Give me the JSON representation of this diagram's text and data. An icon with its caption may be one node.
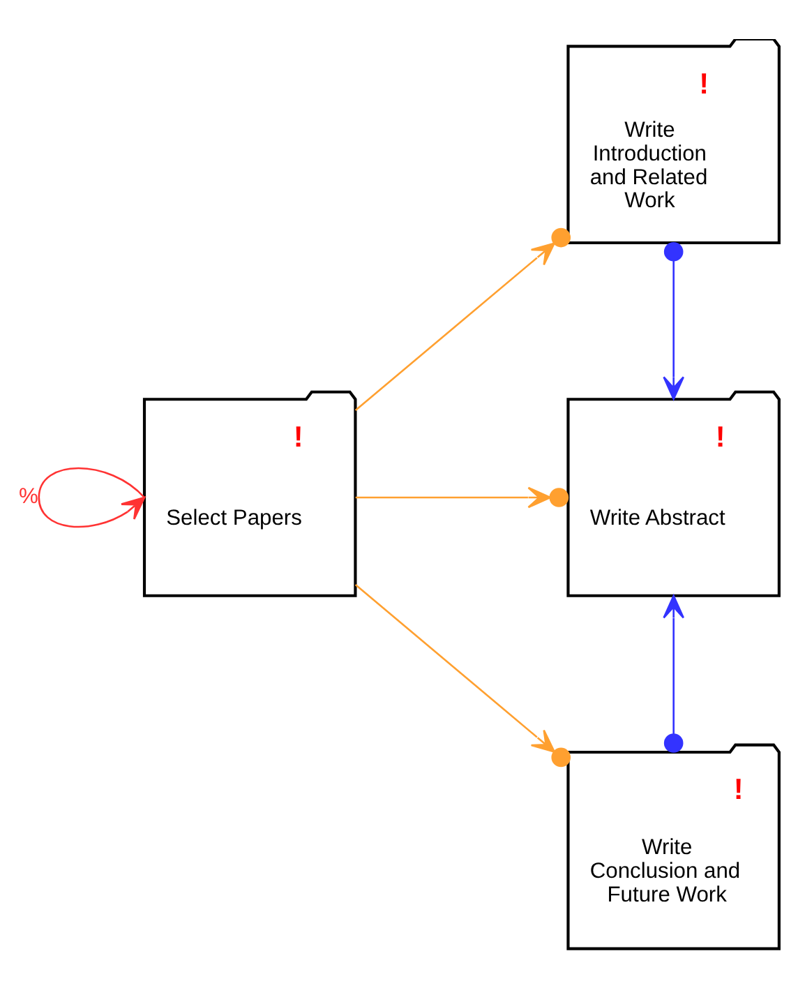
{
  "diagram": {
    "nodes": [
      {
        "text": [
          "!",
          "Select Papers"
        ]
      },
      {
        "text": [
          "!",
          "Write Introduction and Related Work"
        ]
      },
      {
        "text": [
          "!",
          "Write Abstract"
        ]
      },
      {
        "text": [
          "!",
          "Write Conclusion and Future Work"
        ]
      }
    ],
    "edges": [
      {
        "from": 0,
        "to": 0,
        "arrow": "to",
        "label": "%",
        "color": "#ff3333"
      },
      {
        "from": 0,
        "to": 1,
        "arrow": "to"
      },
      {
        "from": 0,
        "to": 2,
        "arrow": "to"
      },
      {
        "from": 0,
        "to": 3,
        "arrow": "to"
      },
      {
        "from": 1,
        "to": 2,
        "arrow": "to",
        "color": "#3333ff"
      },
      {
        "from": 3,
        "to": 2,
        "arrow": "to",
        "color": "#3333ff"
      }
    ]
  }
}
